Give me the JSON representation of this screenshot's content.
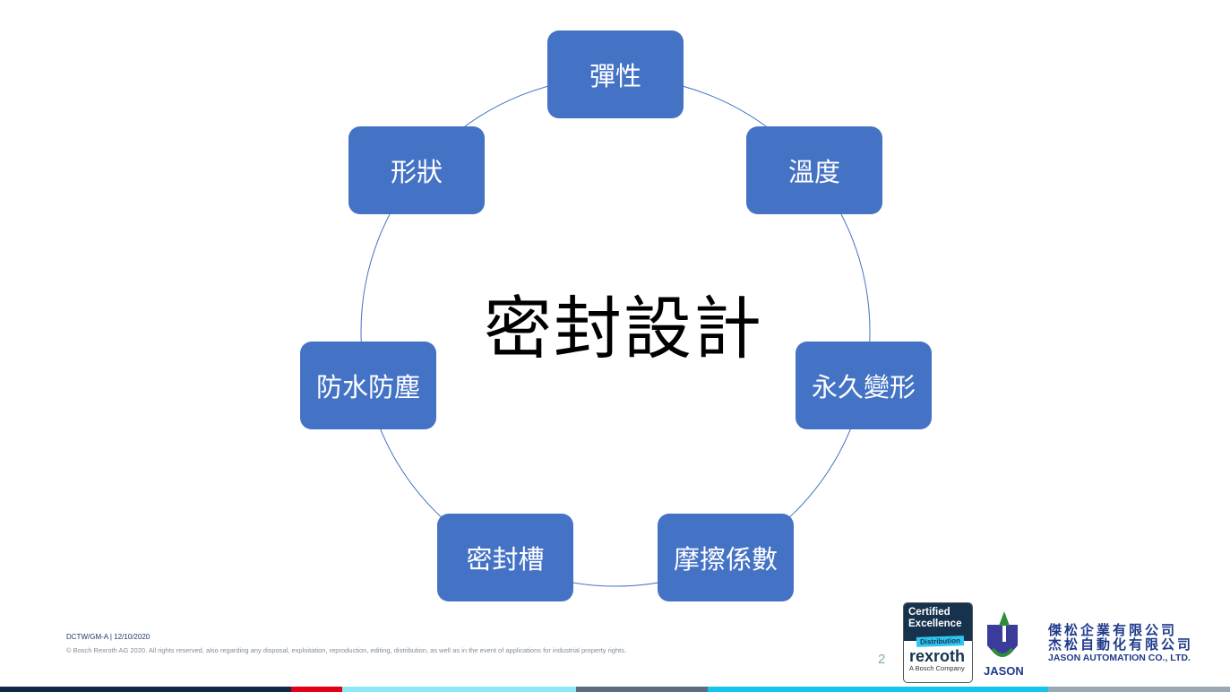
{
  "title": "密封設計",
  "nodes": [
    "彈性",
    "溫度",
    "永久變形",
    "摩擦係數",
    "密封槽",
    "防水防塵",
    "形狀"
  ],
  "footer": {
    "doc_id": "DCTW/GM-A | 12/10/2020",
    "copyright": "© Bosch Rexroth AG 2020. All rights reserved, also regarding any disposal, exploitation, reproduction, editing, distribution, as well as in the event of applications for industrial property rights.",
    "page_number": "2"
  },
  "logos": {
    "cert_line1": "Certified",
    "cert_line2": "Excellence",
    "cert_distribution": "Distribution",
    "cert_brand": "rexroth",
    "cert_sub": "A Bosch Company",
    "jason": "JASON",
    "company_zh1": "傑松企業有限公司",
    "company_zh2": "杰松自動化有限公司",
    "company_en": "JASON AUTOMATION CO., LTD."
  },
  "colors": {
    "node": "#4472c4",
    "ring": "#4472c4"
  }
}
